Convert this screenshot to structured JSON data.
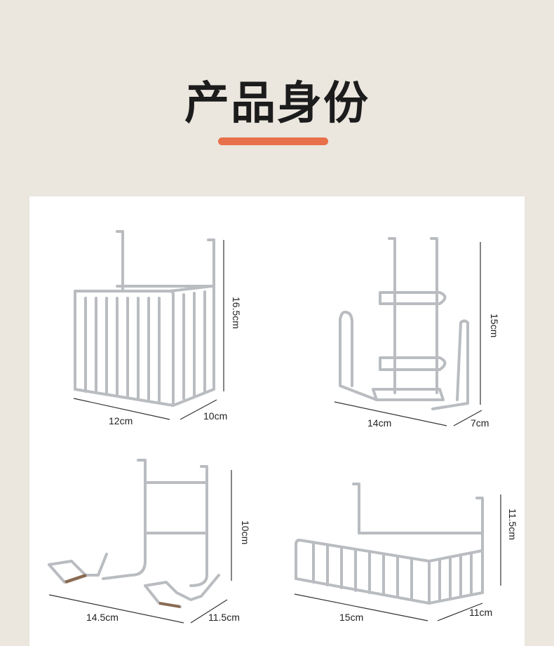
{
  "header": {
    "title": "产品身份"
  },
  "colors": {
    "accent": "#e8704a",
    "background": "#ebe6de",
    "panel": "#ffffff",
    "steel": "#b9bcc0"
  },
  "products": [
    {
      "icon": "hanging-basket-rack-icon",
      "width_label": "12cm",
      "depth_label": "10cm",
      "height_label": "16.5cm"
    },
    {
      "icon": "tiered-sponge-rack-icon",
      "width_label": "14cm",
      "depth_label": "7cm",
      "height_label": "15cm"
    },
    {
      "icon": "cutting-board-rack-icon",
      "width_label": "14.5cm",
      "depth_label": "11.5cm",
      "height_label": "10cm"
    },
    {
      "icon": "wide-hanging-basket-icon",
      "width_label": "15cm",
      "depth_label": "11cm",
      "height_label": "11.5cm"
    }
  ]
}
